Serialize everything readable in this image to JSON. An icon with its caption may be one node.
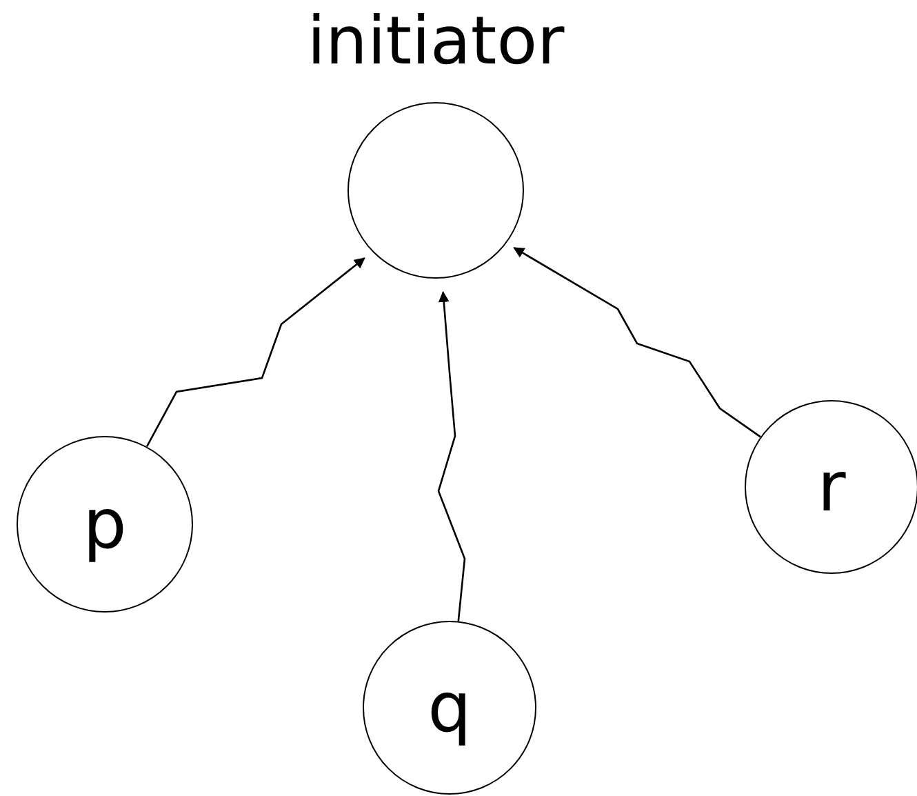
{
  "diagram": {
    "nodes": [
      {
        "text": [
          "initiator"
        ]
      },
      {
        "text": [
          "p"
        ]
      },
      {
        "text": [
          "q"
        ]
      },
      {
        "text": [
          "r"
        ]
      }
    ],
    "edges": [
      {
        "from": 1,
        "to": 0,
        "arrow": "to"
      },
      {
        "from": 2,
        "to": 0,
        "arrow": "to"
      },
      {
        "from": 3,
        "to": 0,
        "arrow": "to"
      }
    ]
  }
}
